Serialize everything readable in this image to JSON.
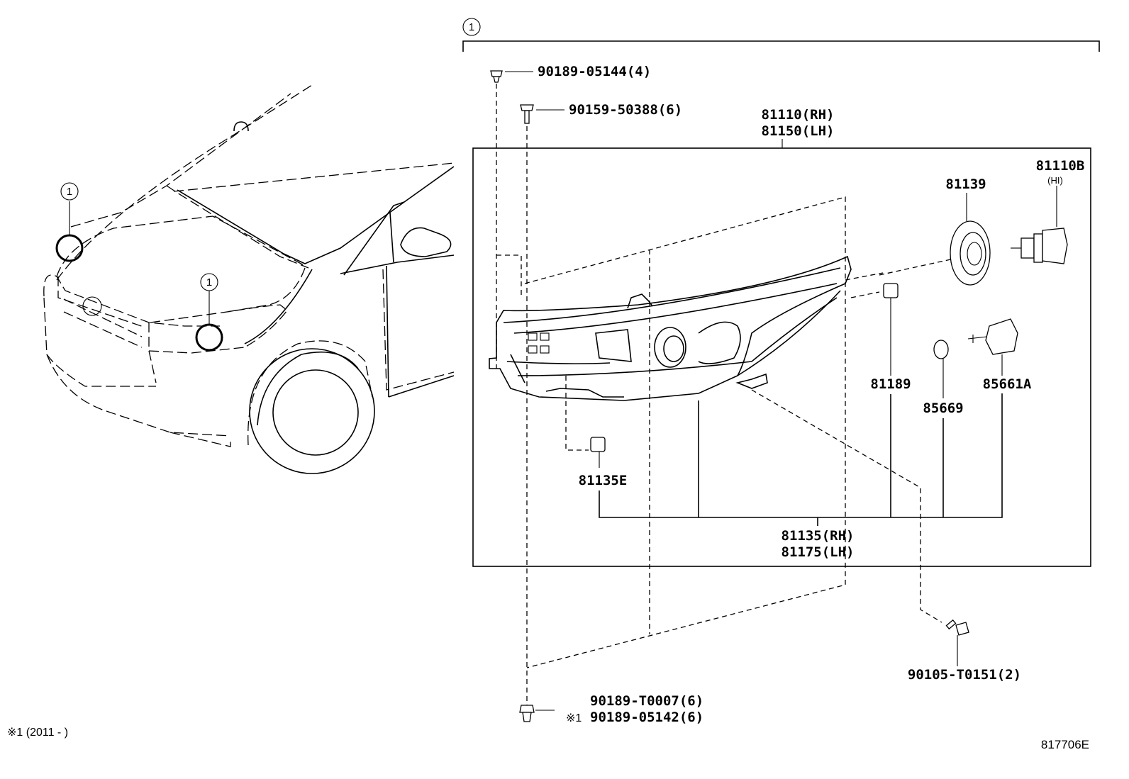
{
  "diagram": {
    "callout_number": "1",
    "assembly_labels": {
      "rh": "81110(RH)",
      "lh": "81150(LH)"
    },
    "unit_labels": {
      "rh": "81135(RH)",
      "lh": "81175(LH)"
    },
    "bulb": {
      "number": "81110B",
      "type": "(HI)"
    },
    "parts": {
      "clip_top": "90189-05144(4)",
      "screw_top": "90159-50388(6)",
      "cover": "81139",
      "plug": "81189",
      "gasket": "85669",
      "actuator": "85661A",
      "grommet": "81135E",
      "bolt": "90105-T0151(2)",
      "clip_bottom_1": "90189-T0007(6)",
      "clip_bottom_2": "90189-05142(6)",
      "clip_bottom_2_mark": "※1"
    },
    "footnote": "※1 (2011 -      )",
    "diagram_id": "817706E"
  }
}
